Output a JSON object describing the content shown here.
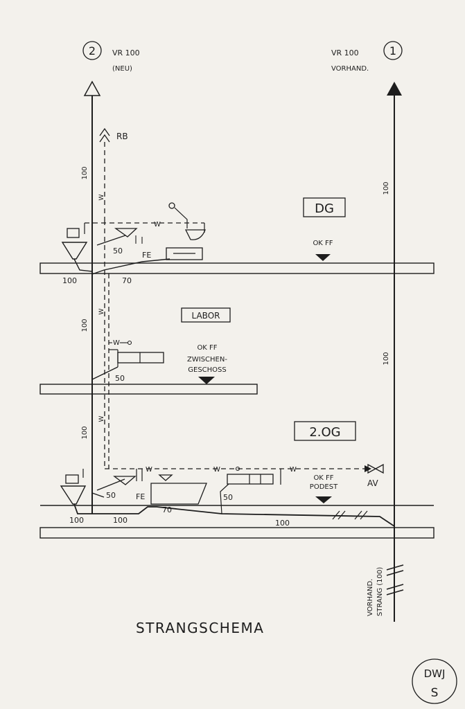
{
  "strang_new": {
    "number": "2",
    "label_1": "VR 100",
    "label_2": "(NEU)"
  },
  "strang_existing": {
    "number": "1",
    "label_1": "VR 100",
    "label_2": "VORHAND."
  },
  "vent_label": "RB",
  "level_dg": "DG",
  "level_labor": "LABOR",
  "level_2og": "2.OG",
  "okff_1": "OK FF",
  "okff_2_line1": "OK FF",
  "okff_2_line2": "ZWISCHEN-",
  "okff_2_line3": "GESCHOSS",
  "okff_3_line1": "OK FF",
  "okff_3_line2": "PODEST",
  "fe_1": "FE",
  "fe_2": "FE",
  "av": "AV",
  "w": "W",
  "dim_100": "100",
  "dim_50": "50",
  "dim_70": "70",
  "existing_note_1": "VORHAND.",
  "existing_note_2": "STRANG (100)",
  "title": "STRANGSCHEMA",
  "stamp_line1": "DWJ",
  "stamp_line2": "S"
}
